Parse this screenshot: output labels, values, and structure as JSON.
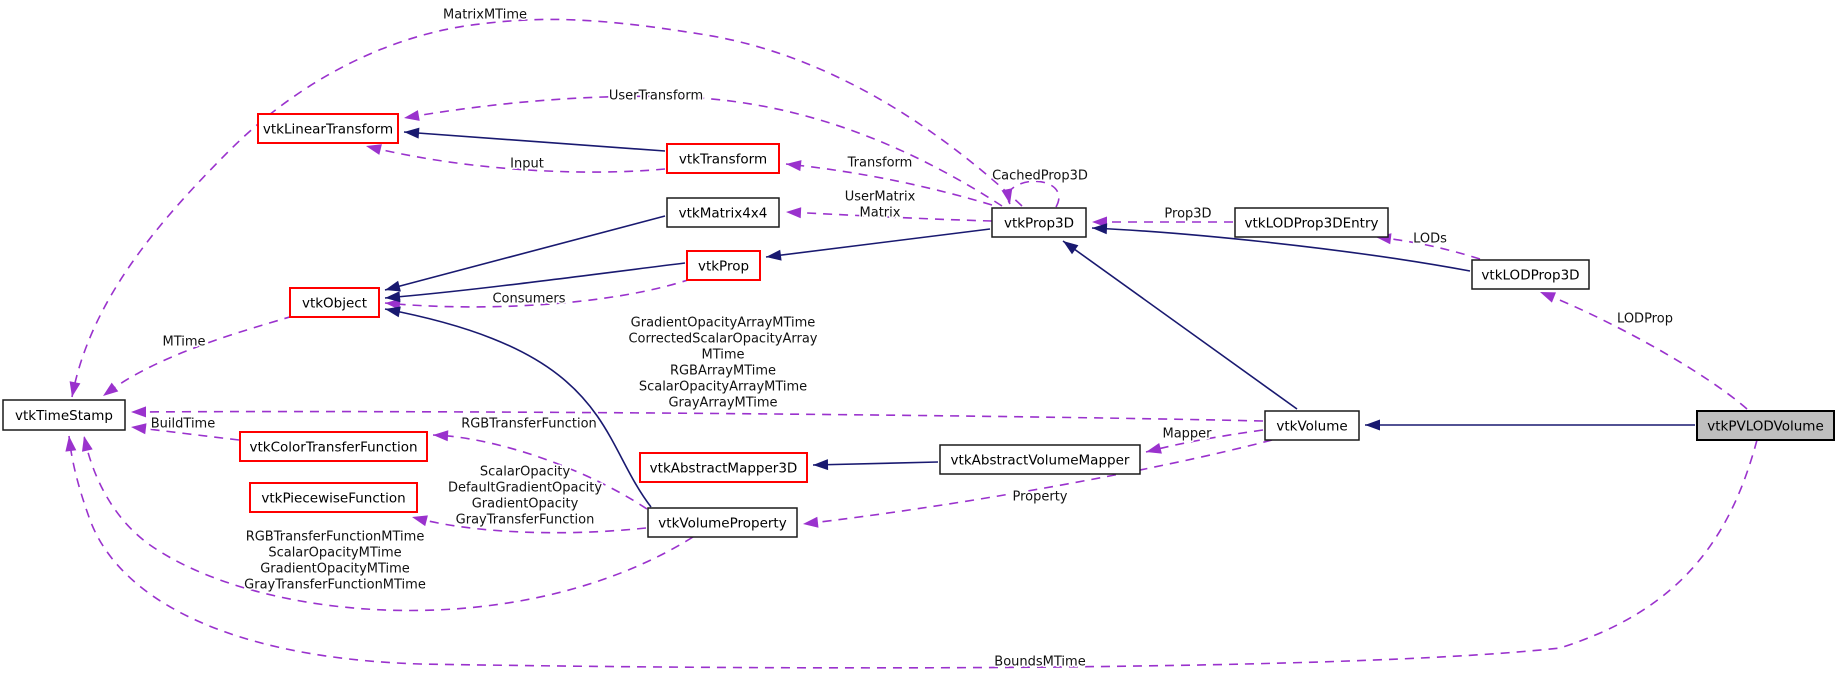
{
  "diagram": {
    "title": "vtkPVLODVolume collaboration graph",
    "colors": {
      "background": "#ffffff",
      "inherit_edge": "#191970",
      "usage_edge": "#9a32cd",
      "node_border": "#1a1a1a",
      "red_node_border": "#ff0000",
      "target_node_fill": "#bfbfbf",
      "text": "#000000"
    },
    "nodes": [
      {
        "id": "vtkLinearTransform",
        "label": "vtkLinearTransform",
        "style": "red"
      },
      {
        "id": "vtkTransform",
        "label": "vtkTransform",
        "style": "red"
      },
      {
        "id": "vtkMatrix4x4",
        "label": "vtkMatrix4x4",
        "style": "plain"
      },
      {
        "id": "vtkProp",
        "label": "vtkProp",
        "style": "red"
      },
      {
        "id": "vtkObject",
        "label": "vtkObject",
        "style": "red"
      },
      {
        "id": "vtkTimeStamp",
        "label": "vtkTimeStamp",
        "style": "plain"
      },
      {
        "id": "vtkColorTransferFunction",
        "label": "vtkColorTransferFunction",
        "style": "red"
      },
      {
        "id": "vtkPiecewiseFunction",
        "label": "vtkPiecewiseFunction",
        "style": "red"
      },
      {
        "id": "vtkAbstractMapper3D",
        "label": "vtkAbstractMapper3D",
        "style": "red"
      },
      {
        "id": "vtkVolumeProperty",
        "label": "vtkVolumeProperty",
        "style": "plain"
      },
      {
        "id": "vtkAbstractVolumeMapper",
        "label": "vtkAbstractVolumeMapper",
        "style": "plain"
      },
      {
        "id": "vtkProp3D",
        "label": "vtkProp3D",
        "style": "plain"
      },
      {
        "id": "vtkLODProp3DEntry",
        "label": "vtkLODProp3DEntry",
        "style": "plain"
      },
      {
        "id": "vtkLODProp3D",
        "label": "vtkLODProp3D",
        "style": "plain"
      },
      {
        "id": "vtkVolume",
        "label": "vtkVolume",
        "style": "plain"
      },
      {
        "id": "vtkPVLODVolume",
        "label": "vtkPVLODVolume",
        "style": "target"
      }
    ],
    "edges": [
      {
        "id": "e-matrixmtime",
        "from": "vtkProp3D",
        "to": "vtkTimeStamp",
        "type": "usage",
        "label": "MatrixMTime"
      },
      {
        "id": "e-usertransform",
        "from": "vtkProp3D",
        "to": "vtkLinearTransform",
        "type": "usage",
        "label": "UserTransform"
      },
      {
        "id": "e-transform",
        "from": "vtkProp3D",
        "to": "vtkTransform",
        "type": "usage",
        "label": "Transform"
      },
      {
        "id": "e-usermatrix",
        "from": "vtkProp3D",
        "to": "vtkMatrix4x4",
        "type": "usage",
        "label": "UserMatrix\nMatrix"
      },
      {
        "id": "e-cachedprop3d",
        "from": "vtkProp3D",
        "to": "vtkProp3D",
        "type": "usage",
        "label": "CachedProp3D"
      },
      {
        "id": "e-input",
        "from": "vtkTransform",
        "to": "vtkLinearTransform",
        "type": "usage",
        "label": "Input"
      },
      {
        "id": "e-prop3d",
        "from": "vtkLODProp3DEntry",
        "to": "vtkProp3D",
        "type": "usage",
        "label": "Prop3D"
      },
      {
        "id": "e-lods",
        "from": "vtkLODProp3D",
        "to": "vtkLODProp3DEntry",
        "type": "usage",
        "label": "LODs"
      },
      {
        "id": "e-lodprop",
        "from": "vtkPVLODVolume",
        "to": "vtkLODProp3D",
        "type": "usage",
        "label": "LODProp"
      },
      {
        "id": "e-consumers",
        "from": "vtkProp",
        "to": "vtkObject",
        "type": "usage",
        "label": "Consumers"
      },
      {
        "id": "e-mtime",
        "from": "vtkObject",
        "to": "vtkTimeStamp",
        "type": "usage",
        "label": "MTime"
      },
      {
        "id": "e-volume-mtimes",
        "from": "vtkVolume",
        "to": "vtkTimeStamp",
        "type": "usage",
        "label": "GradientOpacityArrayMTime\nCorrectedScalarOpacityArray\nMTime\nRGBArrayMTime\nScalarOpacityArrayMTime\nGrayArrayMTime"
      },
      {
        "id": "e-buildtime",
        "from": "vtkColorTransferFunction",
        "to": "vtkTimeStamp",
        "type": "usage",
        "label": "BuildTime"
      },
      {
        "id": "e-rgbtf",
        "from": "vtkVolumeProperty",
        "to": "vtkColorTransferFunction",
        "type": "usage",
        "label": "RGBTransferFunction"
      },
      {
        "id": "e-opacityfns",
        "from": "vtkVolumeProperty",
        "to": "vtkPiecewiseFunction",
        "type": "usage",
        "label": "ScalarOpacity\nDefaultGradientOpacity\nGradientOpacity\nGrayTransferFunction"
      },
      {
        "id": "e-mapper",
        "from": "vtkVolume",
        "to": "vtkAbstractVolumeMapper",
        "type": "usage",
        "label": "Mapper"
      },
      {
        "id": "e-property",
        "from": "vtkVolume",
        "to": "vtkVolumeProperty",
        "type": "usage",
        "label": "Property"
      },
      {
        "id": "e-property-mtimes",
        "from": "vtkVolumeProperty",
        "to": "vtkTimeStamp",
        "type": "usage",
        "label": "RGBTransferFunctionMTime\nScalarOpacityMTime\nGradientOpacityMTime\nGrayTransferFunctionMTime"
      },
      {
        "id": "e-boundsmtime",
        "from": "vtkPVLODVolume",
        "to": "vtkTimeStamp",
        "type": "usage",
        "label": "BoundsMTime"
      },
      {
        "id": "i-transform",
        "from": "vtkTransform",
        "to": "vtkLinearTransform",
        "type": "inherit",
        "label": ""
      },
      {
        "id": "i-matrix",
        "from": "vtkMatrix4x4",
        "to": "vtkObject",
        "type": "inherit",
        "label": ""
      },
      {
        "id": "i-prop",
        "from": "vtkProp",
        "to": "vtkObject",
        "type": "inherit",
        "label": ""
      },
      {
        "id": "i-prop3d",
        "from": "vtkProp3D",
        "to": "vtkProp",
        "type": "inherit",
        "label": ""
      },
      {
        "id": "i-volume",
        "from": "vtkVolume",
        "to": "vtkProp3D",
        "type": "inherit",
        "label": ""
      },
      {
        "id": "i-lodprop3d",
        "from": "vtkLODProp3D",
        "to": "vtkProp3D",
        "type": "inherit",
        "label": ""
      },
      {
        "id": "i-pvlod",
        "from": "vtkPVLODVolume",
        "to": "vtkVolume",
        "type": "inherit",
        "label": ""
      },
      {
        "id": "i-avm",
        "from": "vtkAbstractVolumeMapper",
        "to": "vtkAbstractMapper3D",
        "type": "inherit",
        "label": ""
      },
      {
        "id": "i-volprop",
        "from": "vtkVolumeProperty",
        "to": "vtkObject",
        "type": "inherit",
        "label": ""
      }
    ]
  }
}
